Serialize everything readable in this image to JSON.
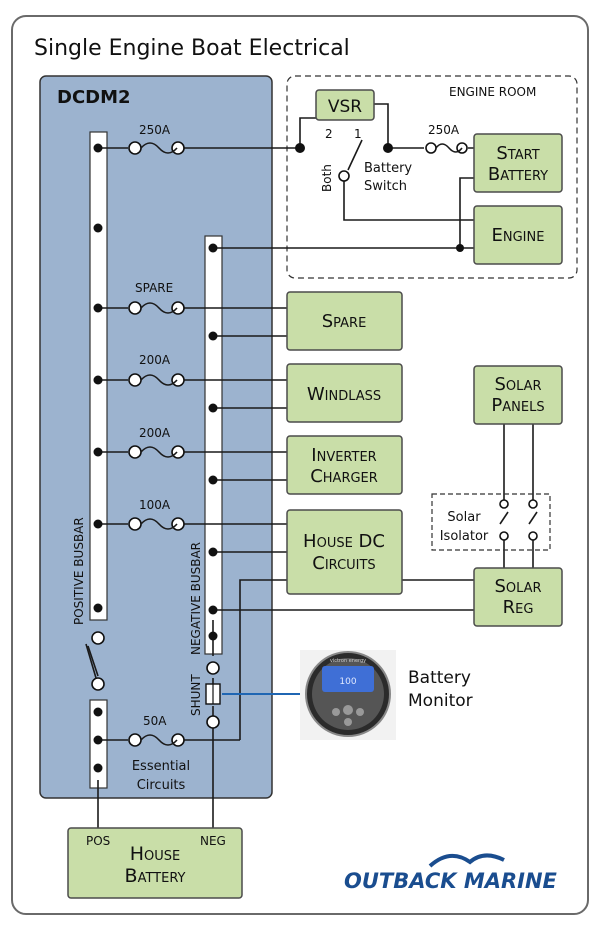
{
  "title": "Single Engine Boat Electrical",
  "panel": {
    "label": "DCDM2"
  },
  "engine_room": {
    "label": "ENGINE ROOM"
  },
  "busbars": {
    "positive": "POSITIVE BUSBAR",
    "negative": "NEGATIVE BUSBAR"
  },
  "shunt_label": "SHUNT",
  "components": {
    "vsr": "VSR",
    "start_battery": [
      "Start",
      "Battery"
    ],
    "engine": "Engine",
    "spare": "Spare",
    "windlass": "Windlass",
    "inverter_charger": [
      "Inverter",
      "Charger"
    ],
    "house_dc": [
      "House DC",
      "Circuits"
    ],
    "solar_panels": [
      "Solar",
      "Panels"
    ],
    "solar_reg": [
      "Solar",
      "Reg"
    ],
    "house_battery": [
      "House",
      "Battery"
    ]
  },
  "battery_switch": {
    "label": [
      "Battery",
      "Switch"
    ],
    "pos2": "2",
    "pos1": "1",
    "both": "Both"
  },
  "fuses": {
    "main": "250A",
    "start": "250A",
    "spare": "SPARE",
    "windlass": "200A",
    "inverter": "200A",
    "house": "100A",
    "essential": "50A"
  },
  "essential_label": [
    "Essential",
    "Circuits"
  ],
  "solar_isolator": [
    "Solar",
    "Isolator"
  ],
  "battery_monitor": [
    "Battery",
    "Monitor"
  ],
  "terminals": {
    "pos": "POS",
    "neg": "NEG"
  },
  "brand": "OUTBACK MARINE",
  "device_brand": "victron energy"
}
